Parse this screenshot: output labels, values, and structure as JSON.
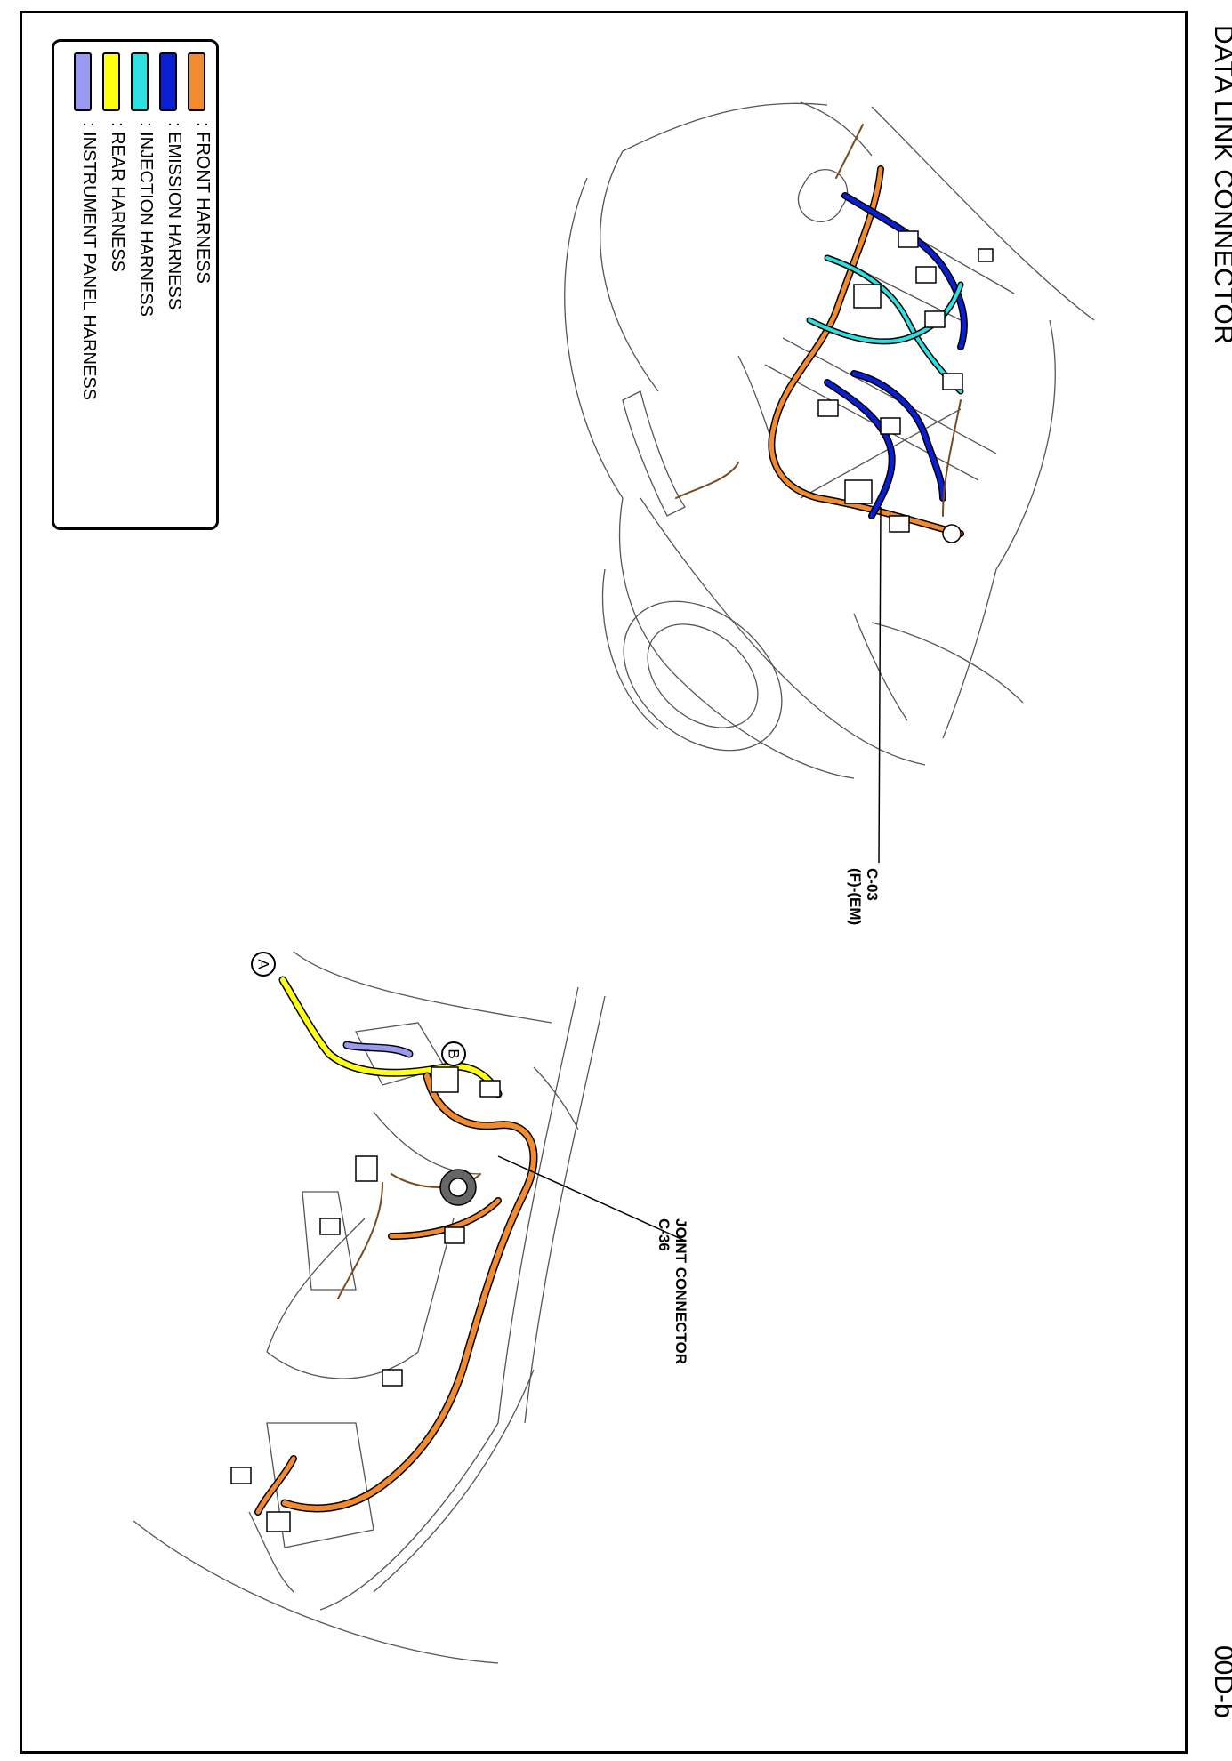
{
  "page": {
    "title": "DATA LINK CONNECTOR",
    "code": "00D-b"
  },
  "legend": {
    "items": [
      {
        "label": ": FRONT HARNESS",
        "color": "#F28B30"
      },
      {
        "label": ": EMISSION HARNESS",
        "color": "#0A1ED2"
      },
      {
        "label": ": INJECTION HARNESS",
        "color": "#2FE0E0"
      },
      {
        "label": ": REAR HARNESS",
        "color": "#FFFF14"
      },
      {
        "label": ": INSTRUMENT PANEL HARNESS",
        "color": "#9A9AF0"
      }
    ]
  },
  "callouts": {
    "c03": {
      "line1": "C-03",
      "line2": "(F)-(EM)"
    },
    "c36": {
      "line1": "JOINT CONNECTOR",
      "line2": "C-36"
    },
    "marker_a": "A",
    "marker_b": "B"
  }
}
